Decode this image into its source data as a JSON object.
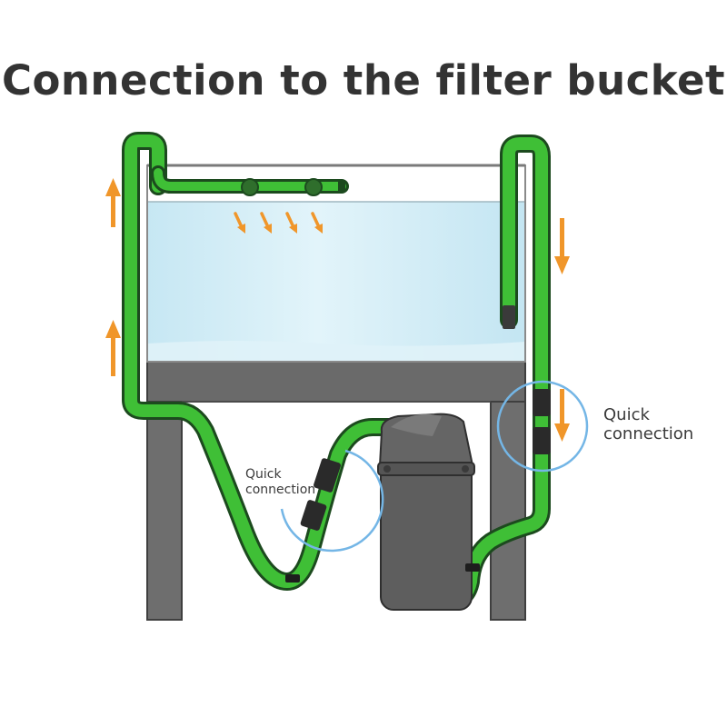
{
  "title": "Connection to the filter bucket",
  "callouts": {
    "right_quick_connection": [
      "Quick",
      "connection"
    ],
    "left_quick_connection": [
      "Quick",
      "connection"
    ]
  },
  "colors": {
    "hose": "#3fbf36",
    "hose_outline": "#1c4a1e",
    "water": "#cdebf5",
    "stand": "#6e6e6e",
    "stand_shadow": "#555555",
    "filter_body": "#5e5e5e",
    "flow_arrow": "#f0962a",
    "highlight_circle": "#74b6e6",
    "title_text": "#333333"
  },
  "icons": [
    "up-arrow-icon",
    "down-arrow-icon",
    "diagonal-arrow-icon"
  ]
}
